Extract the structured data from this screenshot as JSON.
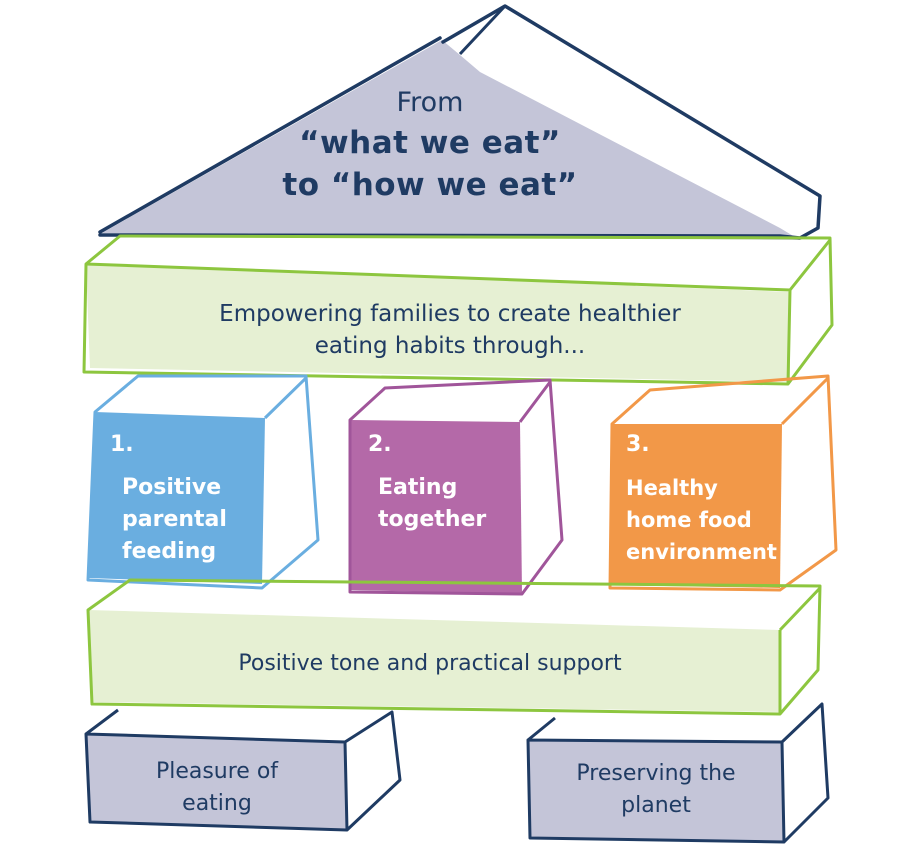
{
  "roof": {
    "line1": "From",
    "line2": "“what we eat”",
    "line3": "to “how we eat”"
  },
  "beam": {
    "line1": "Empowering families to create healthier",
    "line2": "eating habits through..."
  },
  "pillars": [
    {
      "number": "1.",
      "lines": [
        "Positive",
        "parental",
        "feeding"
      ],
      "color": "#6aaee0"
    },
    {
      "number": "2.",
      "lines": [
        "Eating",
        "together"
      ],
      "color": "#b469a8"
    },
    {
      "number": "3.",
      "lines": [
        "Healthy",
        "home food",
        "environment"
      ],
      "color": "#f29848"
    }
  ],
  "base": {
    "text": "Positive tone and practical support"
  },
  "foundations": [
    {
      "lines": [
        "Pleasure of",
        "eating"
      ]
    },
    {
      "lines": [
        "Preserving the",
        "planet"
      ]
    }
  ],
  "colors": {
    "navy": "#1f3b63",
    "roof_fill": "#c4c5d8",
    "beam_fill": "#e6f0d3",
    "beam_stroke": "#8dc63f",
    "foundation_fill": "#c4c5d8"
  }
}
